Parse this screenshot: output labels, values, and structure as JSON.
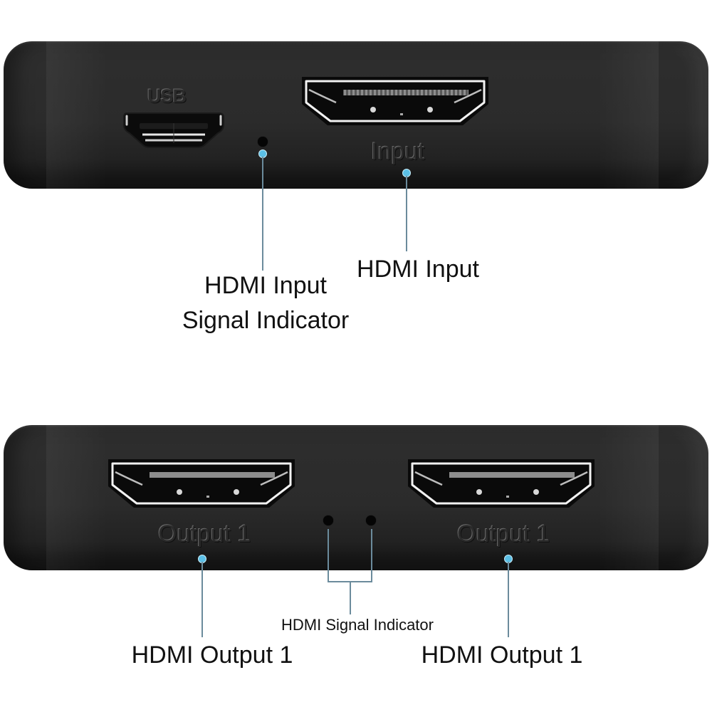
{
  "top_device": {
    "usb_label": "USB",
    "port_label": "Input"
  },
  "bottom_device": {
    "port_left_label": "Output 1",
    "port_right_label": "Output 1"
  },
  "callouts": {
    "input_indicator_line1": "HDMI Input",
    "input_indicator_line2": "Signal Indicator",
    "hdmi_input": "HDMI Input",
    "signal_indicator": "HDMI Signal Indicator",
    "output_left": "HDMI Output 1",
    "output_right": "HDMI Output 1"
  },
  "colors": {
    "device_body": "#2b2b2b",
    "callout_dot": "#5bbfe6",
    "leader_line": "#6b8b9c",
    "label_text": "#111111"
  }
}
